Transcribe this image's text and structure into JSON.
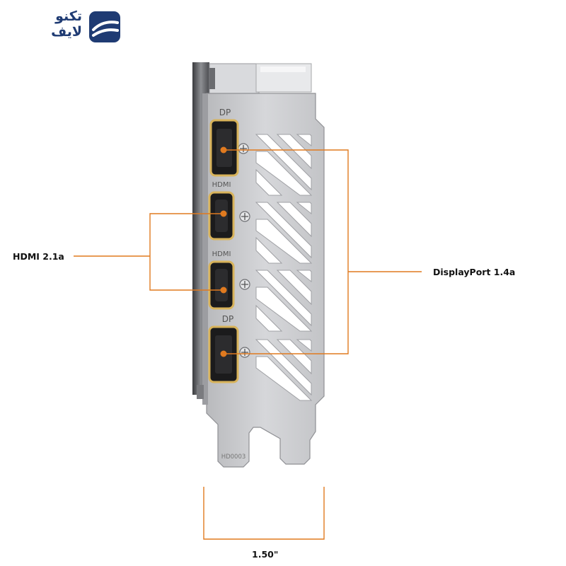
{
  "logo": {
    "line1": "تكنو",
    "line2": "لايف",
    "brand_color": "#1f3b73"
  },
  "bracket": {
    "line1": "HD0003"
  },
  "ports": [
    {
      "name": "dp-port-top",
      "label": "DP"
    },
    {
      "name": "hdmi-port-1",
      "label": "HDMI"
    },
    {
      "name": "hdmi-port-2",
      "label": "HDMI"
    },
    {
      "name": "dp-port-bottom",
      "label": "DP"
    }
  ],
  "callouts": {
    "hdmi": "HDMI 2.1a",
    "displayport": "DisplayPort 1.4a",
    "width": "1.50\""
  },
  "colors": {
    "callout_orange": "#e07a1f",
    "bracket_silver": "#c8c9cc",
    "port_gold": "#d8b35a"
  }
}
